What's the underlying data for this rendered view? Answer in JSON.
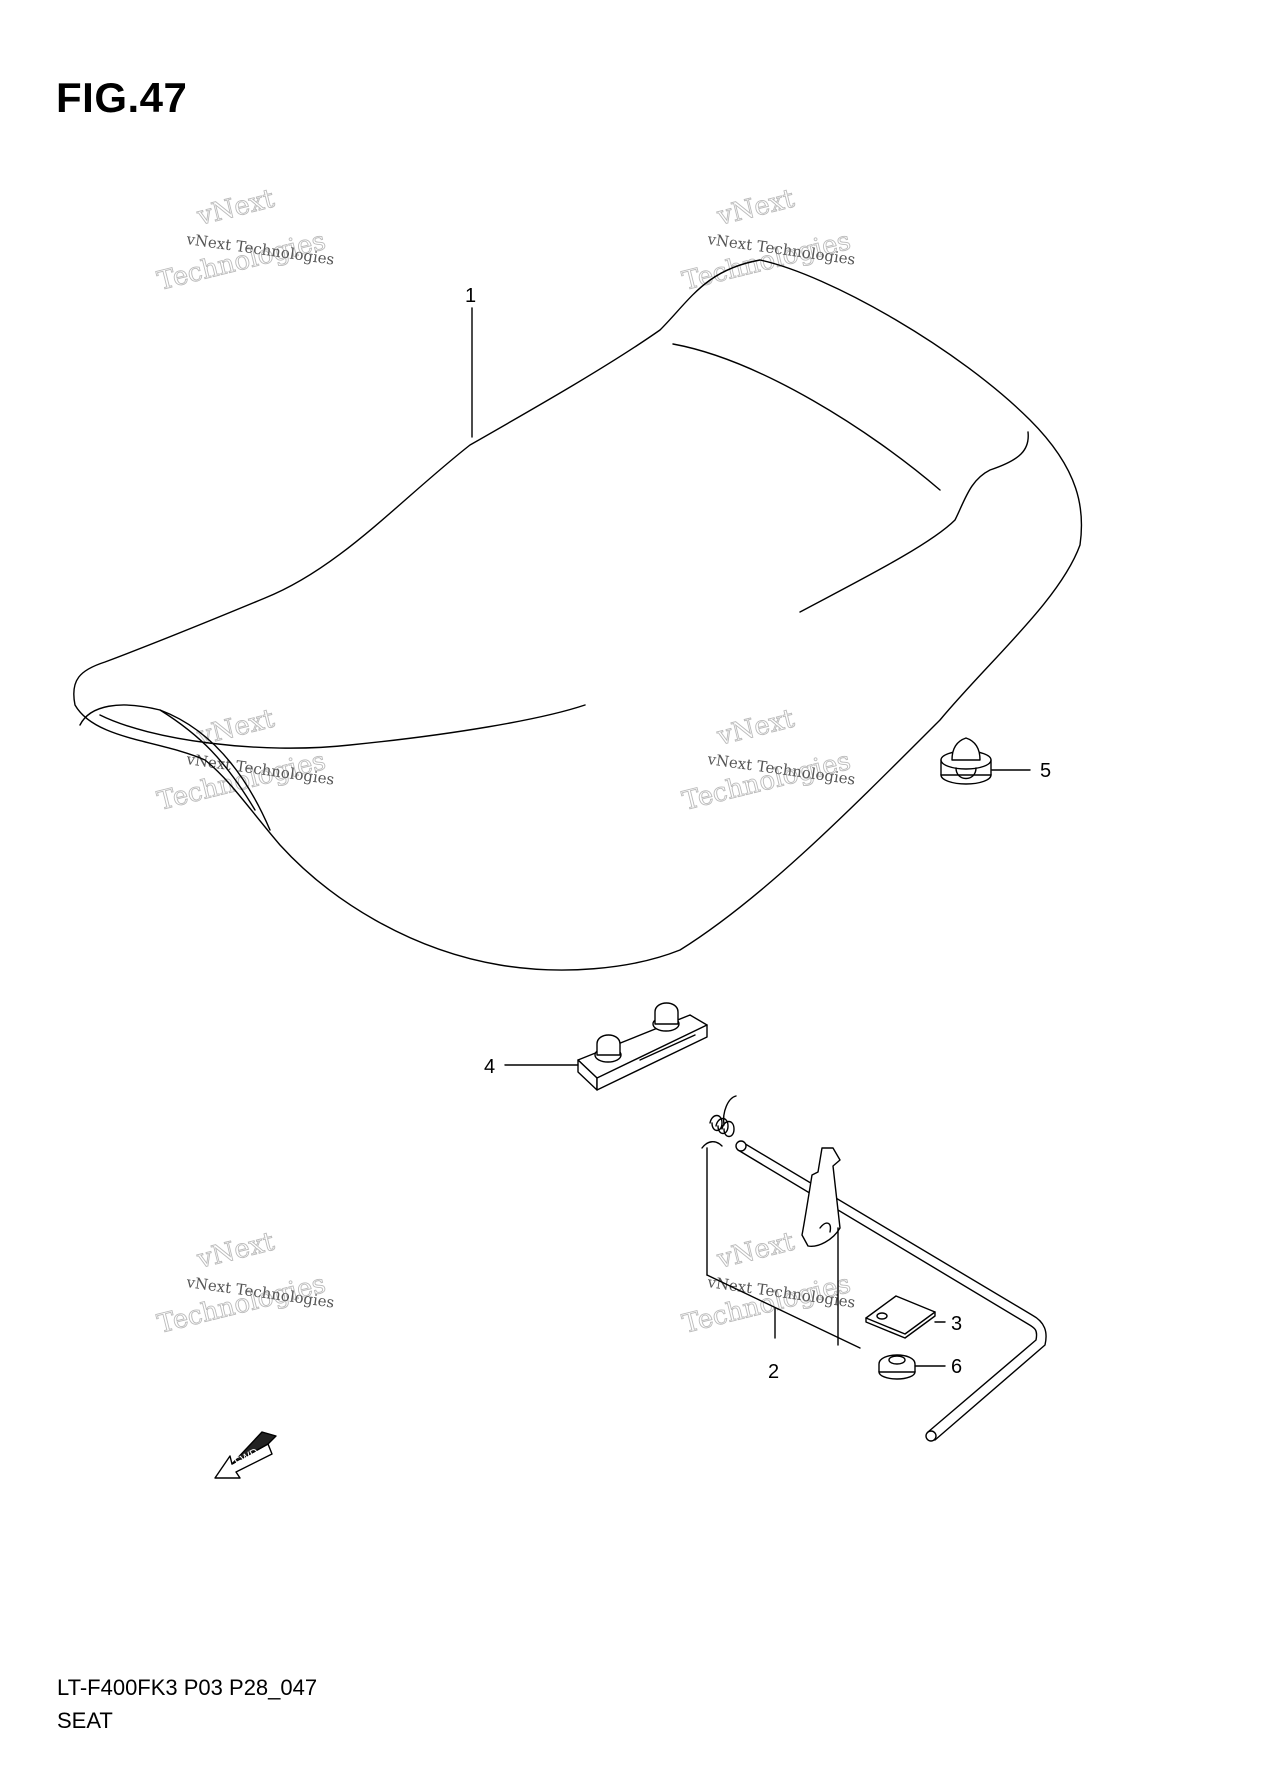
{
  "figure": {
    "title": "FIG.47",
    "model_code": "LT-F400FK3 P03 P28_047",
    "section_name": "SEAT"
  },
  "callouts": [
    {
      "id": "1",
      "label": "1"
    },
    {
      "id": "2",
      "label": "2"
    },
    {
      "id": "3",
      "label": "3"
    },
    {
      "id": "4",
      "label": "4"
    },
    {
      "id": "5",
      "label": "5"
    },
    {
      "id": "6",
      "label": "6"
    }
  ],
  "fwd_arrow": {
    "label": "FWD"
  },
  "watermark": {
    "line1": "vNext Technologies",
    "big_line1": "vNext",
    "big_line2": "Technologies"
  }
}
